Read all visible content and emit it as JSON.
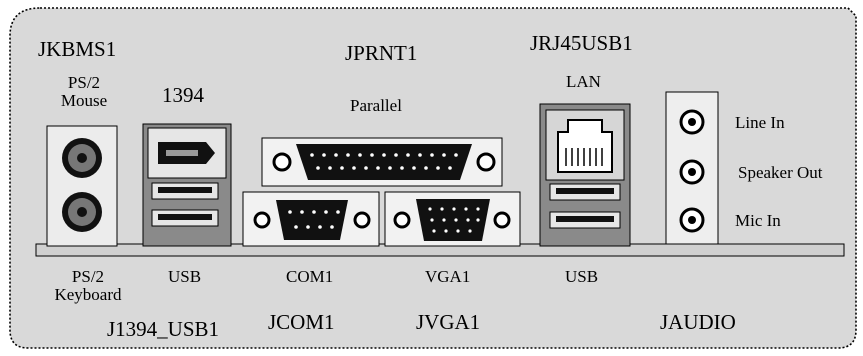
{
  "headers": {
    "jkbms1": "JKBMS1",
    "jprnt1": "JPRNT1",
    "jrj45usb1": "JRJ45USB1",
    "j1394_usb1": "J1394_USB1",
    "jcom1": "JCOM1",
    "jvga1": "JVGA1",
    "jaudio": "JAUDIO"
  },
  "top_labels": {
    "ps2_mouse_line1": "PS/2",
    "ps2_mouse_line2": "Mouse",
    "ieee1394": "1394",
    "parallel": "Parallel",
    "lan": "LAN"
  },
  "bottom_labels": {
    "ps2_keyboard_line1": "PS/2",
    "ps2_keyboard_line2": "Keyboard",
    "usb_left": "USB",
    "com1": "COM1",
    "vga1": "VGA1",
    "usb_right": "USB"
  },
  "audio_labels": {
    "line_in": "Line In",
    "speaker_out": "Speaker Out",
    "mic_in": "Mic In"
  },
  "colors": {
    "port_gray": "#8a8a8a",
    "panel_gray": "#cfcfcf",
    "connector_dark": "#1a1a1a"
  }
}
